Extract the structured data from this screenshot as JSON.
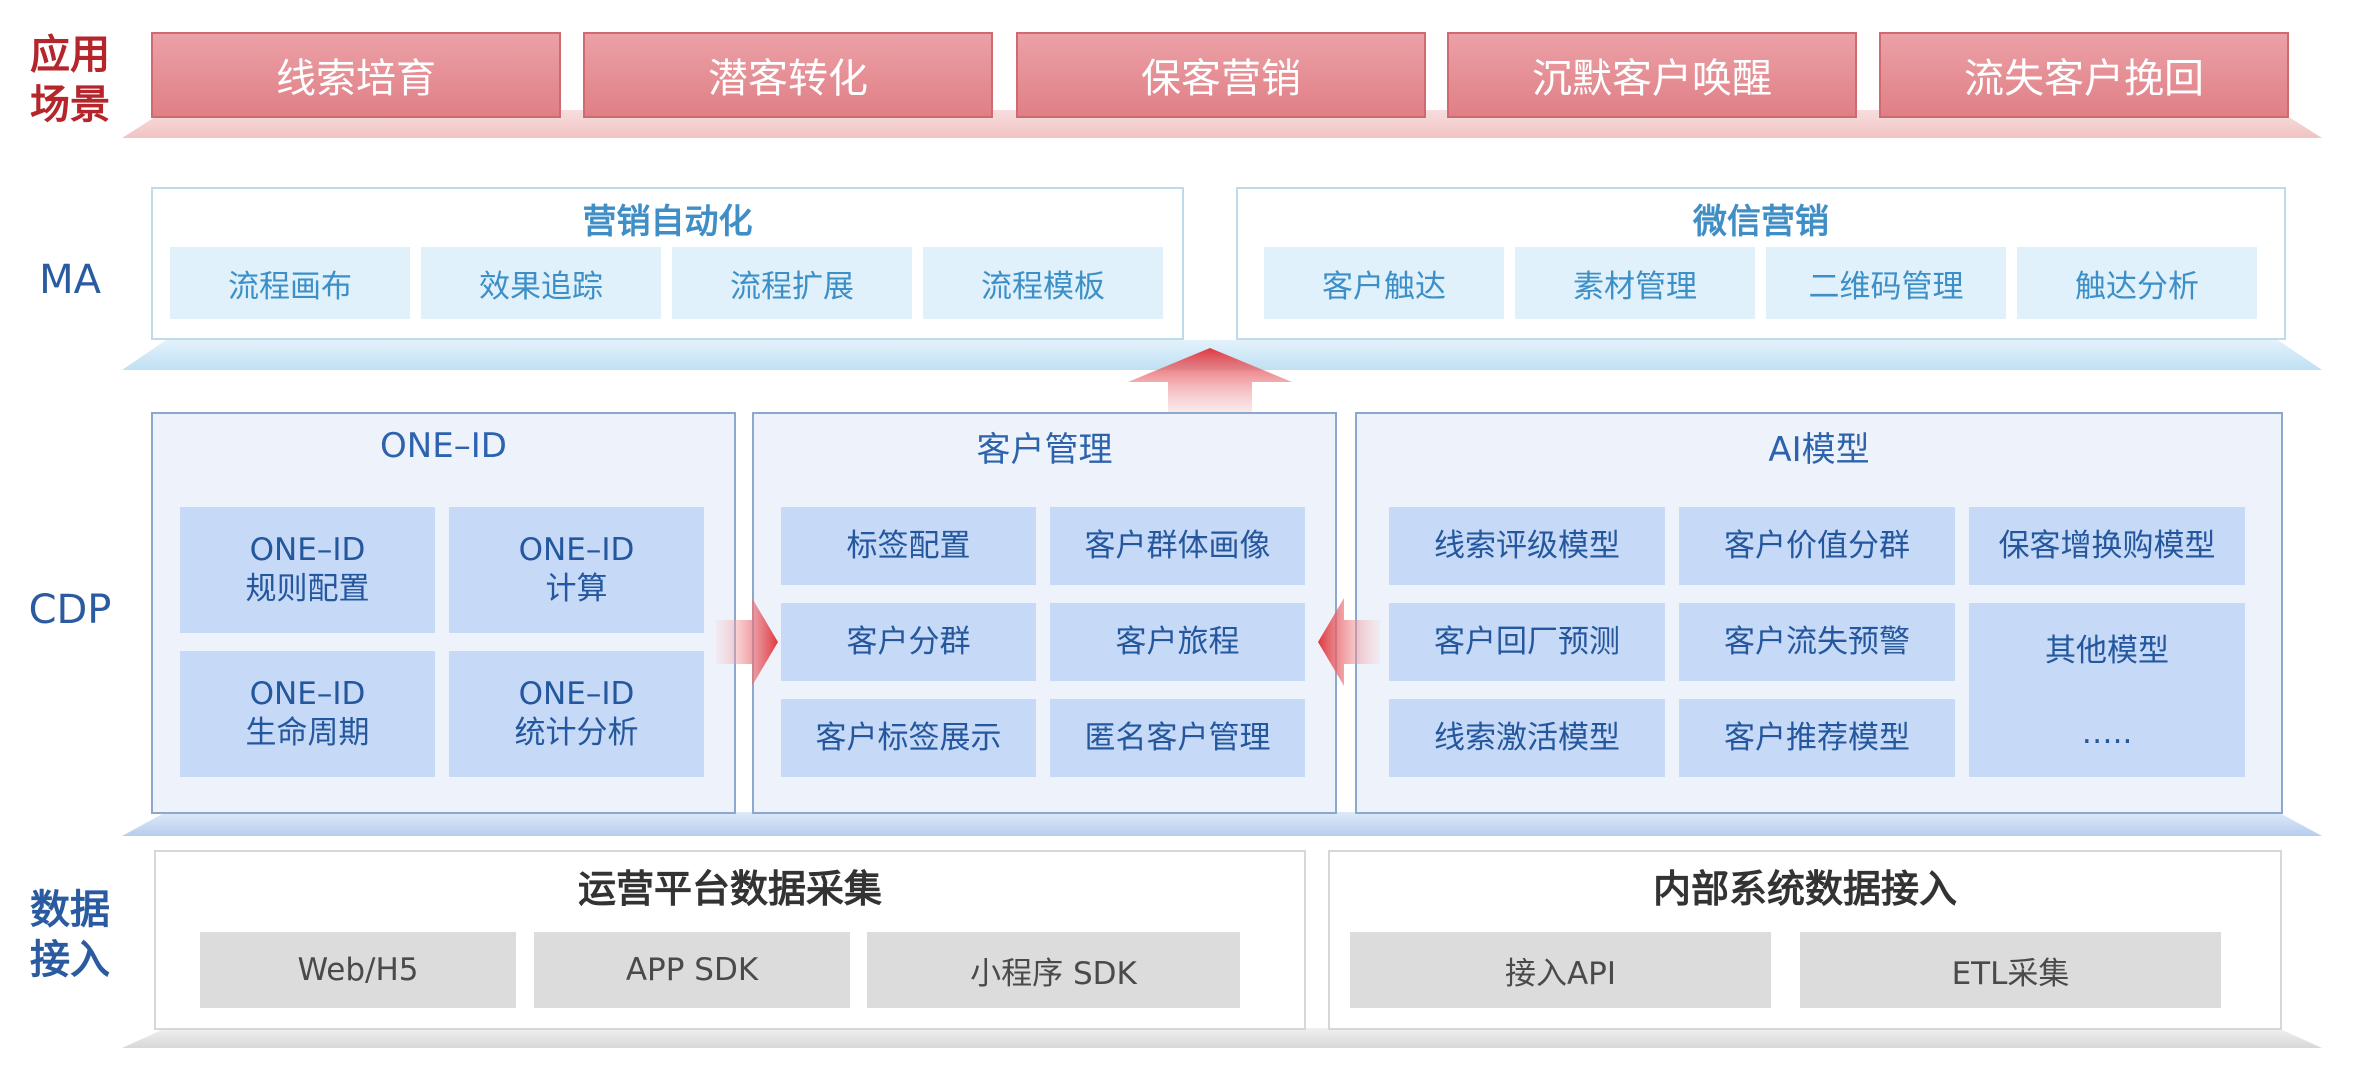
{
  "rows": {
    "scenario": {
      "label_line1": "应用",
      "label_line2": "场景",
      "items": [
        "线索培育",
        "潜客转化",
        "保客营销",
        "沉默客户唤醒",
        "流失客户挽回"
      ]
    },
    "ma": {
      "label": "MA",
      "panels": [
        {
          "title": "营销自动化",
          "items": [
            "流程画布",
            "效果追踪",
            "流程扩展",
            "流程模板"
          ]
        },
        {
          "title": "微信营销",
          "items": [
            "客户触达",
            "素材管理",
            "二维码管理",
            "触达分析"
          ]
        }
      ]
    },
    "cdp": {
      "label": "CDP",
      "oneid": {
        "title": "ONE–ID",
        "items": [
          {
            "line1": "ONE–ID",
            "line2": "规则配置"
          },
          {
            "line1": "ONE–ID",
            "line2": "计算"
          },
          {
            "line1": "ONE–ID",
            "line2": "生命周期"
          },
          {
            "line1": "ONE–ID",
            "line2": "统计分析"
          }
        ]
      },
      "customer": {
        "title": "客户管理",
        "items": [
          "标签配置",
          "客户群体画像",
          "客户分群",
          "客户旅程",
          "客户标签展示",
          "匿名客户管理"
        ]
      },
      "ai": {
        "title": "AI模型",
        "items": [
          "线索评级模型",
          "客户价值分群",
          "保客增换购模型",
          "客户回厂预测",
          "客户流失预警",
          "其他模型",
          "线索激活模型",
          "客户推荐模型",
          "….."
        ]
      }
    },
    "data": {
      "label_line1": "数据",
      "label_line2": "接入",
      "panels": [
        {
          "title": "运营平台数据采集",
          "items": [
            "Web/H5",
            "APP SDK",
            "小程序 SDK"
          ]
        },
        {
          "title": "内部系统数据接入",
          "items": [
            "接入API",
            "ETL采集"
          ]
        }
      ]
    }
  },
  "colors": {
    "scenario_label": "#b5262c",
    "row_label_blue": "#2a5aa0",
    "ma_accent": "#3f8fc6",
    "arrow_red": "#e0383f"
  }
}
